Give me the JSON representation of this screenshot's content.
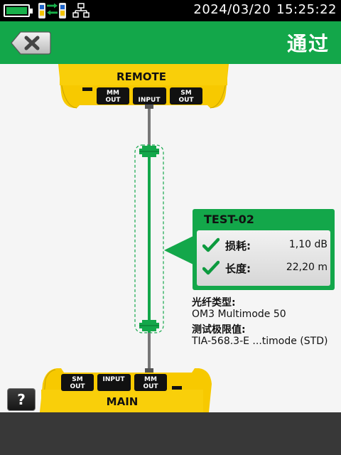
{
  "status_bar": {
    "date": "2024/03/20",
    "time": "15:25:22",
    "icons": [
      "battery-icon",
      "remote-connection-icon",
      "network-icon"
    ]
  },
  "header": {
    "close_icon": "close-icon",
    "status": "通过"
  },
  "diagram": {
    "remote_unit": {
      "label": "REMOTE",
      "ports": [
        "MM OUT",
        "INPUT",
        "SM OUT"
      ]
    },
    "main_unit": {
      "label": "MAIN",
      "ports": [
        "SM OUT",
        "INPUT",
        "MM OUT"
      ]
    },
    "accent_color": "#13a74a",
    "unit_color": "#f7c900"
  },
  "result": {
    "title": "TEST-02",
    "rows": [
      {
        "label": "损耗:",
        "value": "1,10 dB"
      },
      {
        "label": "长度:",
        "value": "22,20 m"
      }
    ]
  },
  "info": {
    "fiber_type_label": "光纤类型:",
    "fiber_type_value": "OM3 Multimode 50",
    "limit_label": "测试极限值:",
    "limit_value": "TIA-568.3-E ...timode (STD)"
  },
  "help": {
    "label": "?"
  }
}
